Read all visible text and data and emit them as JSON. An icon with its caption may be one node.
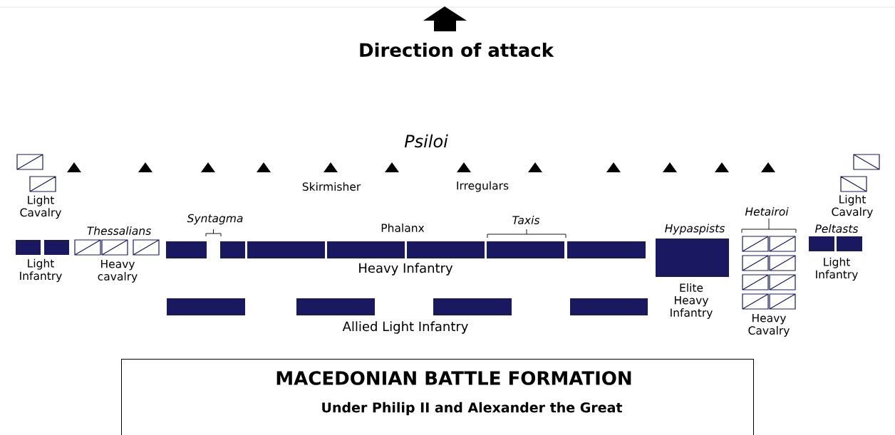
{
  "diagram": {
    "nodes": [
      {
        "text": [
          "MACEDONIAN BATTLE FORMATION",
          "Under Philip II and Alexander the Great"
        ]
      }
    ],
    "labels": [
      "Direction of attack",
      "Psiloi",
      "Skirmisher",
      "Irregulars",
      "Light Cavalry",
      "Light Cavalry",
      "Hetairoi",
      "Syntagma",
      "Phalanx",
      "Taxis",
      "Thessalians",
      "Hypaspists",
      "Peltasts",
      "Light Infantry",
      "Heavy cavalry",
      "Heavy Infantry",
      "Light Infantry",
      "Elite Heavy Infantry",
      "Allied Light Infantry",
      "Heavy Cavalry"
    ]
  }
}
